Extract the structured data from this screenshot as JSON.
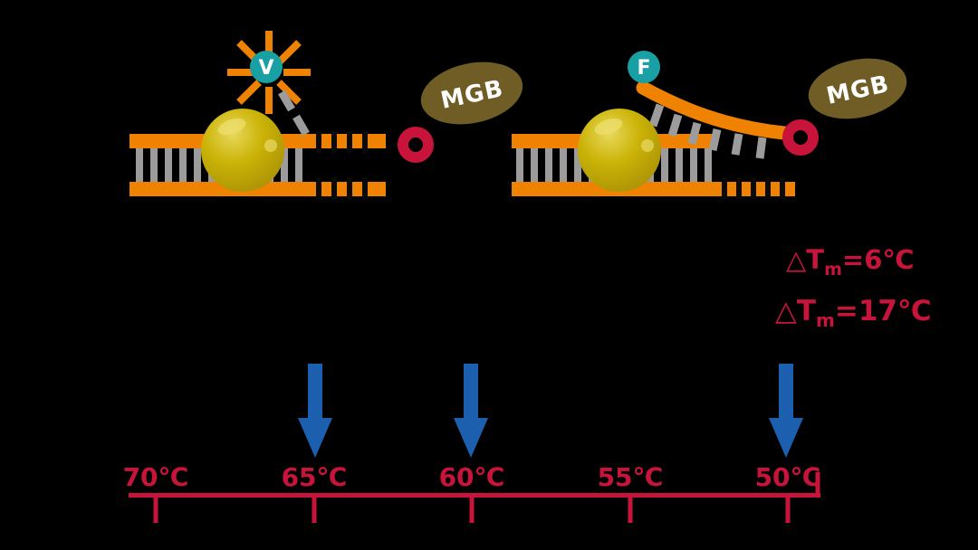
{
  "diagram": {
    "left": {
      "fluorophore": "V",
      "mgb": "MGB"
    },
    "right": {
      "fluorophore": "F",
      "mgb": "MGB"
    },
    "annotations": {
      "tm_small": {
        "prefix": "△T",
        "sub": "m",
        "value": "=6℃"
      },
      "tm_large": {
        "prefix": "△T",
        "sub": "m",
        "value": "=17℃"
      }
    },
    "axis": {
      "labels": [
        "70℃",
        "65℃",
        "60℃",
        "55℃",
        "50℃"
      ]
    },
    "arrows": {
      "count": 3,
      "at_labels": [
        "65℃",
        "60℃",
        "50℃"
      ]
    }
  },
  "colors": {
    "background": "#000000",
    "strand_orange": "#ef8200",
    "rung_gray": "#9c9c9c",
    "tick_black": "#0a0a0a",
    "polymerase_yellow": "#cbb307",
    "polymerase_highlight": "#ecdf6e",
    "fluorophore_teal": "#18a0a4",
    "mgb_olive": "#6f5d25",
    "ring_red": "#c8143a",
    "crimson": "#c8143a",
    "arrow_blue": "#1c5fae",
    "label_white": "#ffffff"
  }
}
